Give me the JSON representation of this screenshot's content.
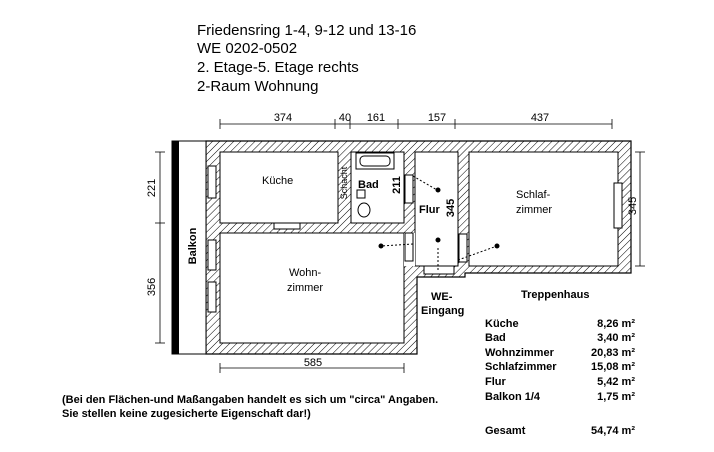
{
  "header": {
    "line1": "Friedensring 1-4, 9-12 und 13-16",
    "line2": "WE 0202-0502",
    "line3": "2. Etage-5. Etage rechts",
    "line4": "2-Raum Wohnung"
  },
  "dimensions": {
    "top": [
      "374",
      "40",
      "161",
      "157",
      "437"
    ],
    "left_upper": "221",
    "left_lower": "356",
    "bottom": "585",
    "right": "345",
    "bad": "211",
    "flur": "345"
  },
  "rooms": {
    "kueche": "Küche",
    "bad": "Bad",
    "schacht": "Schacht",
    "flur": "Flur",
    "schlaf_1": "Schlaf-",
    "schlaf_2": "zimmer",
    "wohn_1": "Wohn-",
    "wohn_2": "zimmer",
    "balkon": "Balkon",
    "we_1": "WE-",
    "we_2": "Eingang",
    "treppenhaus": "Treppenhaus"
  },
  "areas": [
    {
      "name": "Küche",
      "value": "8,26 m²"
    },
    {
      "name": "Bad",
      "value": "3,40 m²"
    },
    {
      "name": "Wohnzimmer",
      "value": "20,83 m²"
    },
    {
      "name": "Schlafzimmer",
      "value": "15,08 m²"
    },
    {
      "name": "Flur",
      "value": "5,42 m²"
    },
    {
      "name": "Balkon 1/4",
      "value": "1,75 m²"
    }
  ],
  "total": {
    "name": "Gesamt",
    "value": "54,74 m²"
  },
  "note": {
    "line1": "(Bei den Flächen-und Maßangaben handelt es sich um  \"circa\" Angaben.",
    "line2": "Sie stellen keine zugesicherte Eigenschaft dar!)"
  }
}
